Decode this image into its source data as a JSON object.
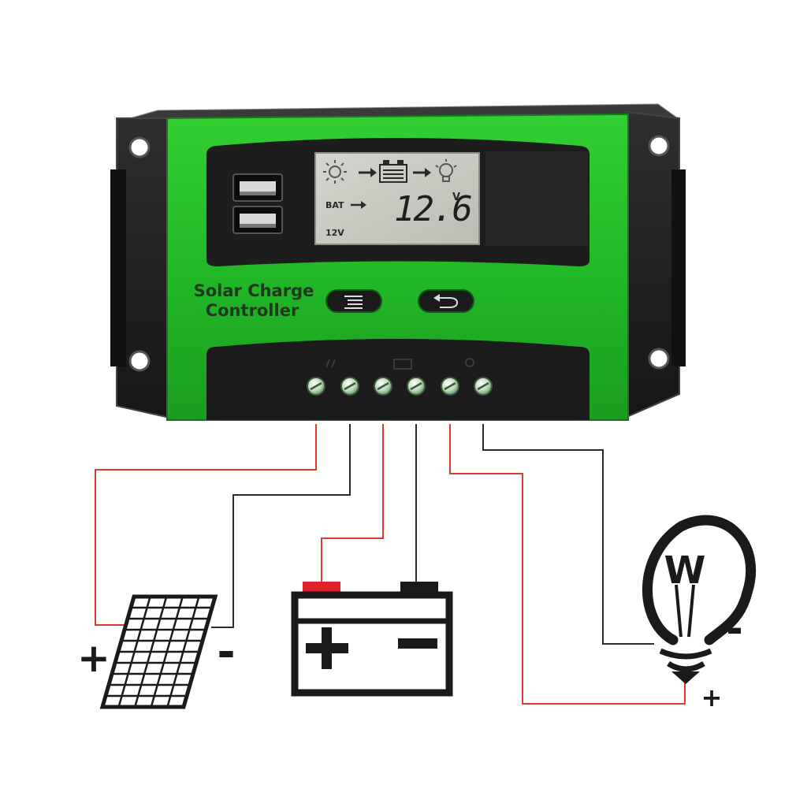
{
  "title_line1": "Solar Charge",
  "title_line2": "Controller",
  "lcd": {
    "bat_label": "BAT",
    "voltage_value": "12.6",
    "voltage_unit": "V",
    "system_voltage": "12V"
  },
  "buttons": [
    {
      "name": "menu-button",
      "icon": "menu-lines-icon"
    },
    {
      "name": "back-button",
      "icon": "return-arrow-icon"
    }
  ],
  "usb_ports": 2,
  "terminals": 6,
  "signs": {
    "panel_plus": "+",
    "panel_minus": "-",
    "battery_plus": "+",
    "battery_minus": "-",
    "lamp_minus": "-",
    "lamp_plus": "+",
    "lamp_symbol": "W"
  },
  "colors": {
    "housing_green": "#27c02a",
    "housing_black": "#1c1c1c",
    "lcd_background": "#c9ccc3",
    "positive_wire": "#d83a2e",
    "negative_wire": "#2a2a2a",
    "battery_positive_terminal": "#e0202a"
  }
}
